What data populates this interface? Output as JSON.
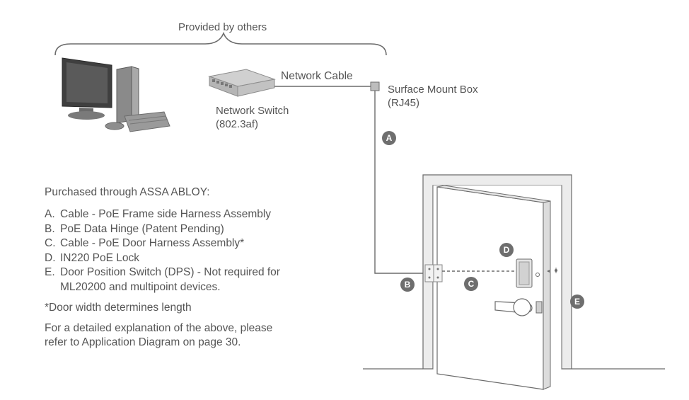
{
  "labels": {
    "provided_by_others": "Provided by others",
    "network_cable": "Network Cable",
    "surface_mount_box": "Surface Mount Box",
    "rj45": "(RJ45)",
    "network_switch": "Network Switch",
    "switch_standard": "(802.3af)"
  },
  "badges": {
    "a": "A",
    "b": "B",
    "c": "C",
    "d": "D",
    "e": "E"
  },
  "legend": {
    "intro": "Purchased through ASSA ABLOY:",
    "items": [
      {
        "key": "A.",
        "text": "Cable - PoE Frame side Harness Assembly"
      },
      {
        "key": "B.",
        "text": "PoE Data Hinge (Patent Pending)"
      },
      {
        "key": "C.",
        "text": "Cable - PoE Door Harness Assembly*"
      },
      {
        "key": "D.",
        "text": "IN220 PoE Lock"
      },
      {
        "key": "E.",
        "text": "Door Position Switch (DPS) - Not required for"
      },
      {
        "key": "",
        "text": "ML20200 and multipoint devices."
      }
    ],
    "note": "*Door width determines length",
    "footer_line1": "For a detailed explanation of the above, please",
    "footer_line2": "refer to Application Diagram on page 30."
  },
  "colors": {
    "line": "#6b6b6b",
    "badge": "#6e6e6e",
    "door_face": "#ffffff",
    "frame": "#ececec"
  }
}
